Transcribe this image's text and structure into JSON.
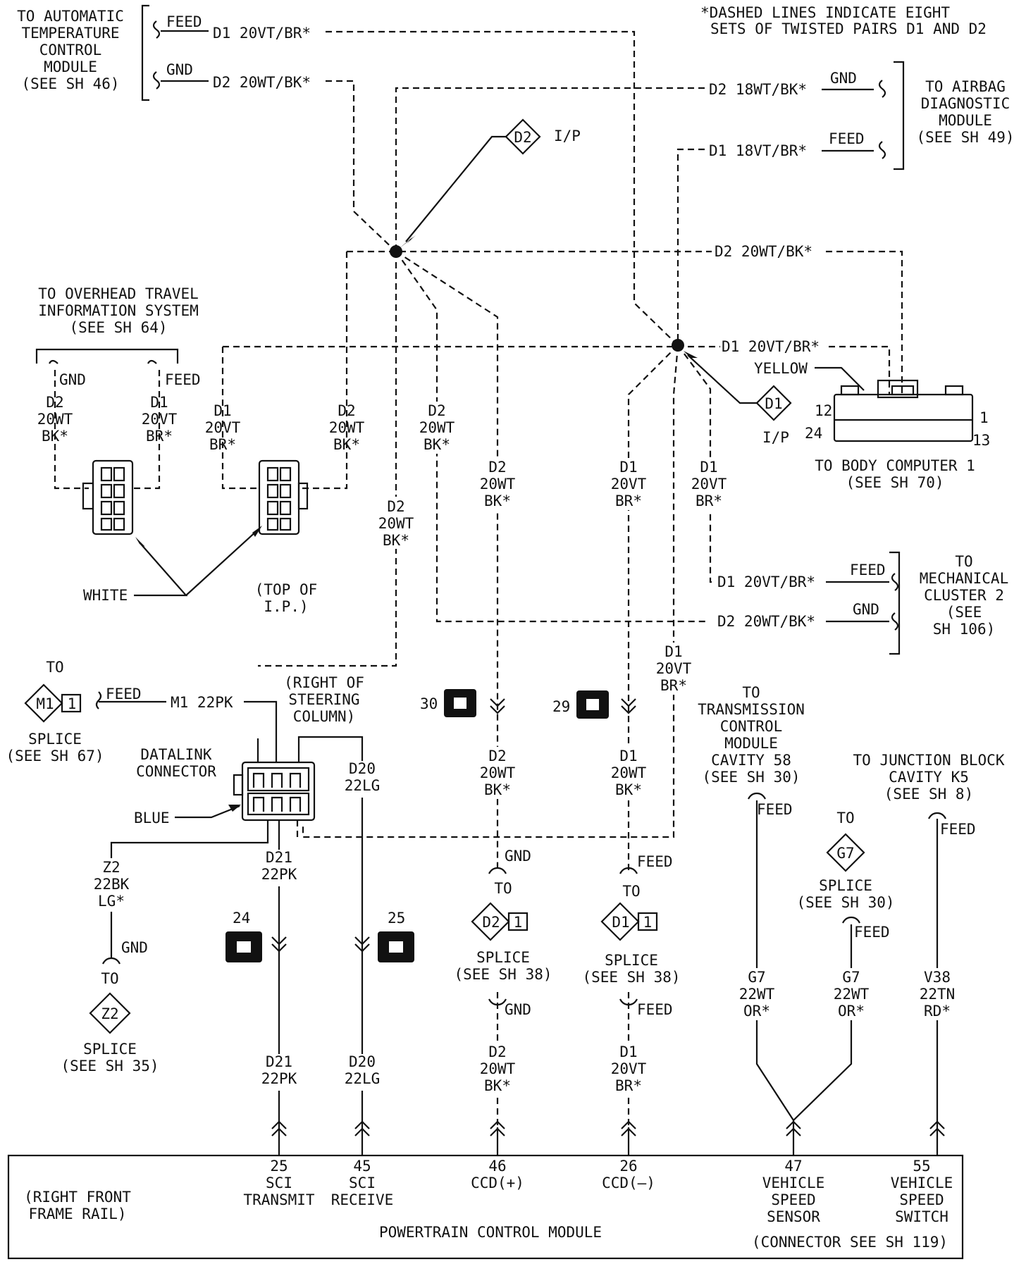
{
  "note": [
    "*DASHED LINES INDICATE EIGHT",
    "SETS OF TWISTED PAIRS D1 AND D2"
  ],
  "atc": {
    "title": [
      "TO AUTOMATIC",
      "TEMPERATURE",
      "CONTROL",
      "MODULE",
      "(SEE SH 46)"
    ],
    "feed": "FEED",
    "gnd": "GND",
    "wire1": "D1 20VT/BR*",
    "wire2": "D2 20WT/BK*"
  },
  "airbag": {
    "title": [
      "TO AIRBAG",
      "DIAGNOSTIC",
      "MODULE",
      "(SEE SH 49)"
    ],
    "gnd": "GND",
    "feed": "FEED",
    "wire1": "D2 18WT/BK*",
    "wire2": "D1 18VT/BR*"
  },
  "splices": {
    "d2_label": "D2",
    "d2_loc": "I/P",
    "d1_label": "D1",
    "d1_loc": "I/P"
  },
  "bus": {
    "d2_upper": "D2 20WT/BK*",
    "d1_upper": "D1 20VT/BR*",
    "yellow": "YELLOW"
  },
  "body_computer": {
    "title": [
      "TO BODY COMPUTER 1",
      "(SEE SH 70)"
    ],
    "pins": [
      "12",
      "24",
      "1",
      "13"
    ]
  },
  "overhead": {
    "title": [
      "TO OVERHEAD TRAVEL",
      "INFORMATION SYSTEM",
      "(SEE SH 64)"
    ],
    "gnd": "GND",
    "feed": "FEED",
    "left_wire": [
      "D2",
      "20WT",
      "BK*"
    ],
    "right_wire": [
      "D1",
      "20VT",
      "BR*"
    ],
    "conn2_left": [
      "D1",
      "20VT",
      "BR*"
    ],
    "conn2_right": [
      "D2",
      "20WT",
      "BK*"
    ],
    "white": "WHITE",
    "top_ip": [
      "(TOP OF",
      "I.P.)"
    ]
  },
  "center_wires": {
    "a": [
      "D2",
      "20WT",
      "BK*"
    ],
    "b": [
      "D2",
      "20WT",
      "BK*"
    ],
    "c": [
      "D2",
      "20WT",
      "BK*"
    ],
    "d": [
      "D1",
      "20VT",
      "BR*"
    ],
    "e": [
      "D1",
      "20VT",
      "BR*"
    ],
    "f": [
      "D1",
      "20VT",
      "BR*"
    ]
  },
  "cluster": {
    "title": [
      "TO",
      "MECHANICAL",
      "CLUSTER 2",
      "(SEE",
      "SH 106)"
    ],
    "feed": "FEED",
    "gnd": "GND",
    "wire1": "D1 20VT/BR*",
    "wire2": "D2 20WT/BK*"
  },
  "datalink": {
    "to": "TO",
    "m1": "M1",
    "m1_pin": "1",
    "feed": "FEED",
    "m1_wire": "M1 22PK",
    "splice": [
      "SPLICE",
      "(SEE SH 67)"
    ],
    "right_of": [
      "(RIGHT OF",
      "STEERING",
      "COLUMN)"
    ],
    "name": [
      "DATALINK",
      "CONNECTOR"
    ],
    "blue": "BLUE",
    "d20": [
      "D20",
      "22LG"
    ],
    "d21": [
      "D21",
      "22PK"
    ],
    "z2": [
      "Z2",
      "22BK",
      "LG*"
    ],
    "gnd": "GND",
    "to2": "TO",
    "z2_label": "Z2",
    "z2_splice": [
      "SPLICE",
      "(SEE SH 35)"
    ]
  },
  "connectors": {
    "c30": "30",
    "c29": "29",
    "c24": "24",
    "c25": "25"
  },
  "mid_wires": {
    "left": [
      "D2",
      "20WT",
      "BK*"
    ],
    "right": [
      "D1",
      "20WT",
      "BK*"
    ]
  },
  "d2_splice": {
    "gnd": "GND",
    "to": "TO",
    "label": "D2",
    "pin": "1",
    "splice": [
      "SPLICE",
      "(SEE SH 38)"
    ],
    "gnd2": "GND"
  },
  "d1_splice": {
    "feed": "FEED",
    "to": "TO",
    "label": "D1",
    "pin": "1",
    "splice": [
      "SPLICE",
      "(SEE SH 38)"
    ],
    "feed2": "FEED"
  },
  "tcm": {
    "title": [
      "TO",
      "TRANSMISSION",
      "CONTROL",
      "MODULE",
      "CAVITY 58",
      "(SEE SH 30)"
    ],
    "feed": "FEED"
  },
  "jb": {
    "title": [
      "TO JUNCTION BLOCK",
      "CAVITY K5",
      "(SEE SH 8)"
    ],
    "feed": "FEED"
  },
  "g7": {
    "to": "TO",
    "label": "G7",
    "splice": [
      "SPLICE",
      "(SEE SH 30)"
    ],
    "feed": "FEED"
  },
  "bottom_wires": {
    "d21": [
      "D21",
      "22PK"
    ],
    "d20": [
      "D20",
      "22LG"
    ],
    "d2": [
      "D2",
      "20WT",
      "BK*"
    ],
    "d1": [
      "D1",
      "20VT",
      "BR*"
    ],
    "g7a": [
      "G7",
      "22WT",
      "OR*"
    ],
    "g7b": [
      "G7",
      "22WT",
      "OR*"
    ],
    "v38": [
      "V38",
      "22TN",
      "RD*"
    ]
  },
  "pcm": {
    "location": [
      "(RIGHT FRONT",
      "FRAME RAIL)"
    ],
    "name": "POWERTRAIN CONTROL MODULE",
    "pins": [
      {
        "num": "25",
        "lines": [
          "SCI",
          "TRANSMIT"
        ]
      },
      {
        "num": "45",
        "lines": [
          "SCI",
          "RECEIVE"
        ]
      },
      {
        "num": "46",
        "lines": [
          "CCD(+)"
        ]
      },
      {
        "num": "26",
        "lines": [
          "CCD(–)"
        ]
      },
      {
        "num": "47",
        "lines": [
          "VEHICLE",
          "SPEED",
          "SENSOR"
        ]
      },
      {
        "num": "55",
        "lines": [
          "VEHICLE",
          "SPEED",
          "SWITCH"
        ]
      }
    ],
    "connector_note": "(CONNECTOR SEE SH 119)"
  }
}
